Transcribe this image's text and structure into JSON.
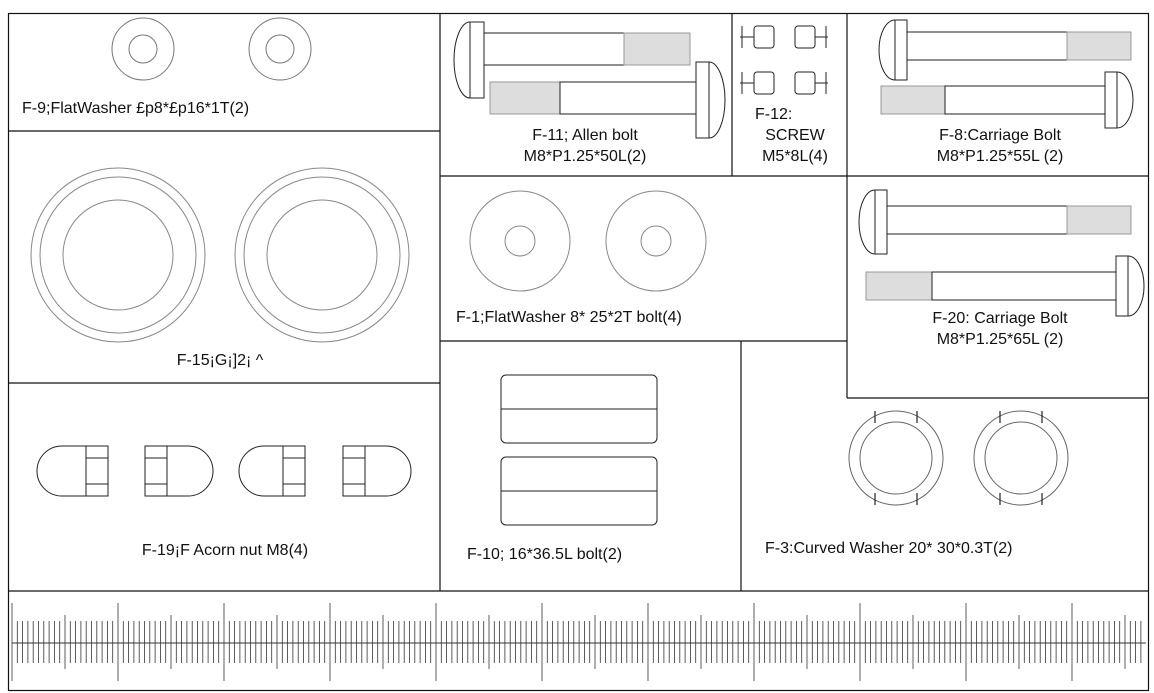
{
  "sheet": {
    "title": "",
    "colors": {
      "line": "#111111",
      "thin": "#555555",
      "text": "#111111",
      "background": "#ffffff"
    }
  },
  "parts": {
    "f9": {
      "label": "F-9;FlatWasher £p8*£p16*1T(2)"
    },
    "f11": {
      "line1": "F-11;  Allen bolt",
      "line2": "M8*P1.25*50L(2)"
    },
    "f12": {
      "line1": "F-12:",
      "line2": "SCREW",
      "line3": "M5*8L(4)"
    },
    "f8": {
      "line1": "F-8:Carriage Bolt",
      "line2": "M8*P1.25*55L (2)"
    },
    "f15": {
      "label": "F-15¡G¡]2¡ ^"
    },
    "f1": {
      "label": "F-1;FlatWasher 8* 25*2T bolt(4)"
    },
    "f20": {
      "line1": "F-20: Carriage Bolt",
      "line2": "M8*P1.25*65L (2)"
    },
    "f19": {
      "label": "F-19¡F Acorn nut M8(4)"
    },
    "f10": {
      "label": "F-10; 16*36.5L bolt(2)"
    },
    "f3": {
      "label": "F-3:Curved Washer  20* 30*0.3T(2)"
    }
  },
  "icons": [
    "flat-washer-icon",
    "allen-bolt-icon",
    "screw-icon",
    "carriage-bolt-icon",
    "acorn-nut-icon",
    "spacer-icon",
    "curved-washer-icon",
    "ruler-icon"
  ]
}
